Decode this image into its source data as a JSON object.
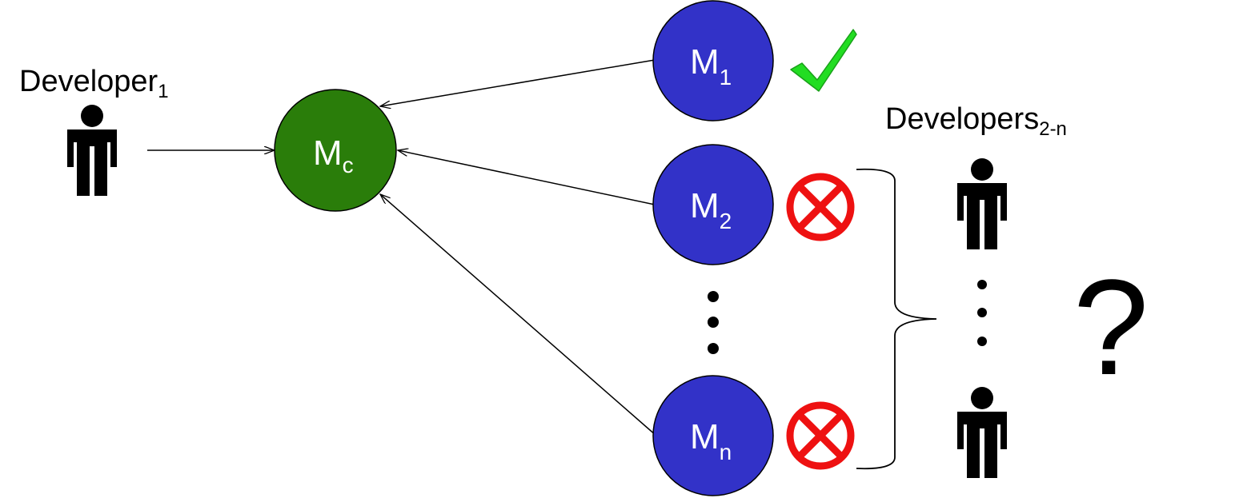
{
  "developer_left": {
    "label": "Developer",
    "subscript": "1"
  },
  "developers_right": {
    "label": "Developers",
    "subscript": "2-n"
  },
  "nodes": {
    "central": {
      "label": "M",
      "subscript": "c"
    },
    "m1": {
      "label": "M",
      "subscript": "1"
    },
    "m2": {
      "label": "M",
      "subscript": "2"
    },
    "mn": {
      "label": "M",
      "subscript": "n"
    }
  },
  "question_mark": "?",
  "icons": {
    "accepted": "check-icon",
    "rejected": "rejected-circle-x-icon",
    "person": "person-icon"
  },
  "colors": {
    "central_fill": "#2a7d0a",
    "model_fill": "#3232c8",
    "check": "#22dd22",
    "reject": "#ee1111"
  }
}
